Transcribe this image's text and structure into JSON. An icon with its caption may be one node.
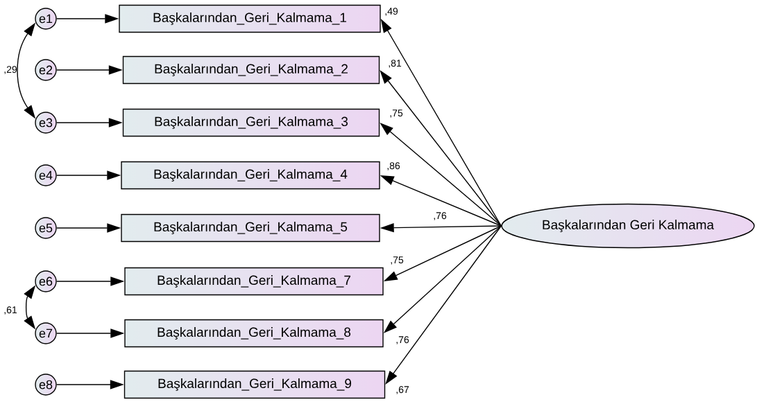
{
  "diagram": {
    "nodes": [
      {
        "text": [
          "e1"
        ]
      },
      {
        "text": [
          "e2"
        ]
      },
      {
        "text": [
          "e3"
        ]
      },
      {
        "text": [
          "e4"
        ]
      },
      {
        "text": [
          "e5"
        ]
      },
      {
        "text": [
          "e6"
        ]
      },
      {
        "text": [
          "e7"
        ]
      },
      {
        "text": [
          "e8"
        ]
      },
      {
        "text": [
          "Başkalarından_Geri_Kalmama_1"
        ]
      },
      {
        "text": [
          "Başkalarından_Geri_Kalmama_2"
        ]
      },
      {
        "text": [
          "Başkalarından_Geri_Kalmama_3"
        ]
      },
      {
        "text": [
          "Başkalarından_Geri_Kalmama_4"
        ]
      },
      {
        "text": [
          "Başkalarından_Geri_Kalmama_5"
        ]
      },
      {
        "text": [
          "Başkalarından_Geri_Kalmama_7"
        ]
      },
      {
        "text": [
          "Başkalarından_Geri_Kalmama_8"
        ]
      },
      {
        "text": [
          "Başkalarından_Geri_Kalmama_9"
        ]
      },
      {
        "text": [
          "Başkalarından Geri Kalmama"
        ]
      }
    ],
    "edges": [
      {
        "from": 0,
        "to": 8,
        "arrow": "to"
      },
      {
        "from": 1,
        "to": 9,
        "arrow": "to"
      },
      {
        "from": 2,
        "to": 10,
        "arrow": "to"
      },
      {
        "from": 3,
        "to": 11,
        "arrow": "to"
      },
      {
        "from": 4,
        "to": 12,
        "arrow": "to"
      },
      {
        "from": 5,
        "to": 13,
        "arrow": "to"
      },
      {
        "from": 6,
        "to": 14,
        "arrow": "to"
      },
      {
        "from": 7,
        "to": 15,
        "arrow": "to"
      },
      {
        "from": 16,
        "to": 8,
        "arrow": "to",
        "label": ",49"
      },
      {
        "from": 16,
        "to": 9,
        "arrow": "to",
        "label": ",81"
      },
      {
        "from": 16,
        "to": 10,
        "arrow": "to",
        "label": ",75"
      },
      {
        "from": 16,
        "to": 11,
        "arrow": "to",
        "label": ",86"
      },
      {
        "from": 16,
        "to": 12,
        "arrow": "to",
        "label": ",76"
      },
      {
        "from": 16,
        "to": 13,
        "arrow": "to",
        "label": ",75"
      },
      {
        "from": 16,
        "to": 14,
        "arrow": "to",
        "label": ",76"
      },
      {
        "from": 16,
        "to": 15,
        "arrow": "to",
        "label": ",67"
      },
      {
        "from": 0,
        "to": 2,
        "arrow": "both",
        "label": ",29"
      },
      {
        "from": 5,
        "to": 6,
        "arrow": "both",
        "label": ",61"
      }
    ]
  }
}
